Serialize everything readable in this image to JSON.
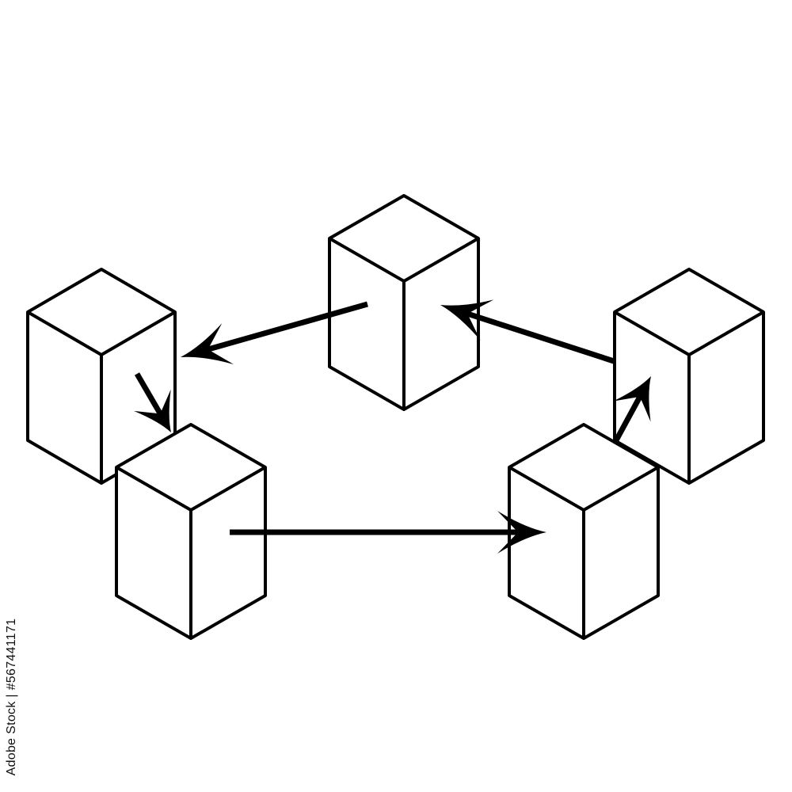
{
  "diagram": {
    "colors": {
      "stroke": "#000000",
      "fill": "#ffffff",
      "background": "#ffffff"
    },
    "nodes": [
      {
        "id": "top-block"
      },
      {
        "id": "left-block"
      },
      {
        "id": "lower-left-block"
      },
      {
        "id": "lower-right-block"
      },
      {
        "id": "right-block"
      }
    ],
    "edges": [
      {
        "from": "top-block",
        "to": "left-block"
      },
      {
        "from": "left-block",
        "to": "lower-left-block"
      },
      {
        "from": "lower-left-block",
        "to": "lower-right-block"
      },
      {
        "from": "lower-right-block",
        "to": "right-block"
      },
      {
        "from": "right-block",
        "to": "top-block"
      }
    ]
  },
  "watermark": {
    "stock_id": "Adobe Stock | #567441171"
  }
}
